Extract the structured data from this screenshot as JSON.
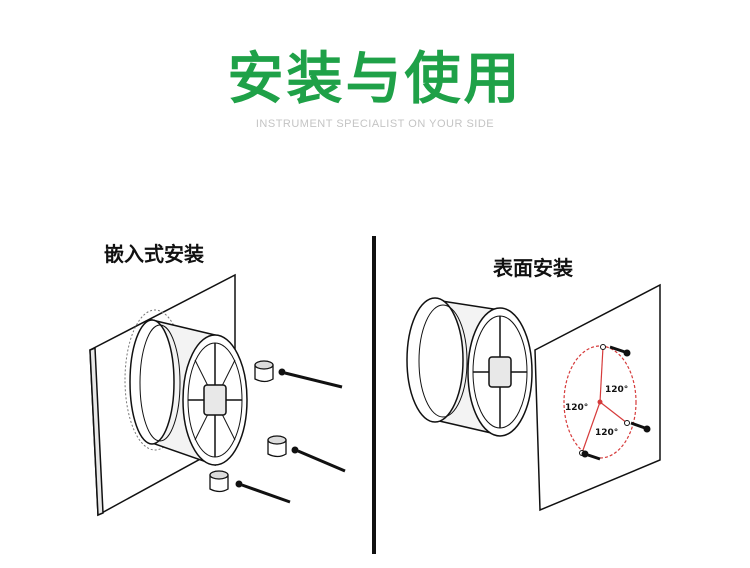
{
  "header": {
    "title": "安装与使用",
    "subtitle": "INSTRUMENT SPECIALIST ON YOUR SIDE"
  },
  "panels": {
    "left": {
      "label": "嵌入式安装"
    },
    "right": {
      "label": "表面安装",
      "angles": [
        "120°",
        "120°",
        "120°"
      ]
    }
  },
  "colors": {
    "title_green": "#1fa148",
    "subtitle_gray": "#c4c4c4",
    "angle_circle": "#d63b3b",
    "line_art": "#111111"
  }
}
